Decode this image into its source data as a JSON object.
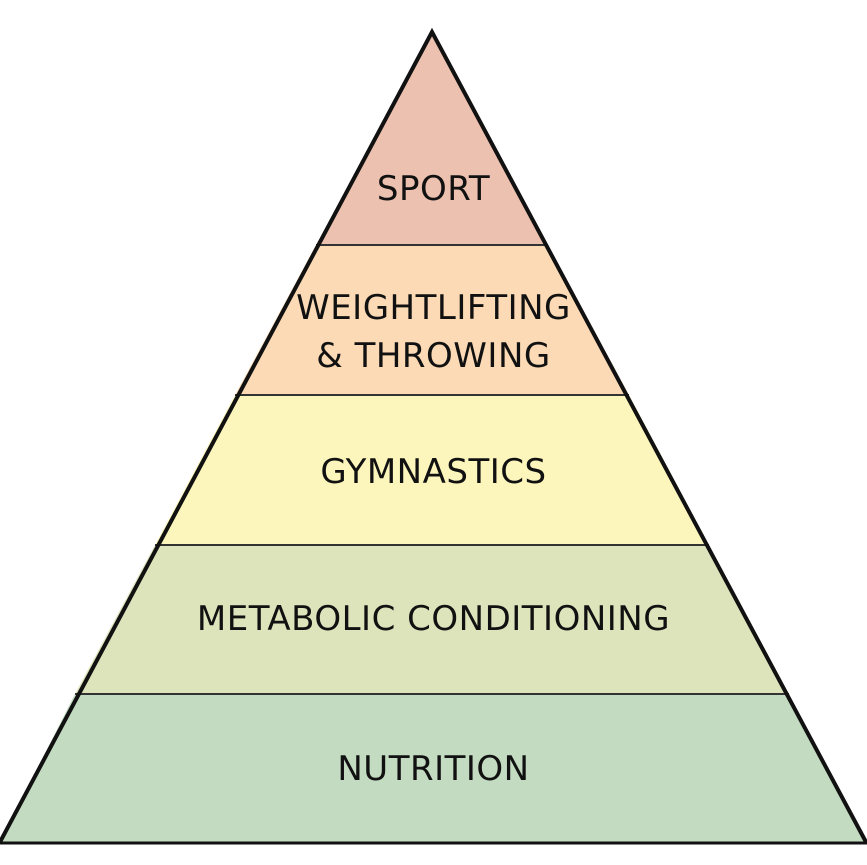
{
  "diagram": {
    "type": "pyramid",
    "levels": [
      {
        "label": "SPORT",
        "color": "#ecc1b0"
      },
      {
        "label_line1": "WEIGHTLIFTING",
        "label_line2": "& THROWING",
        "color": "#fbdab5"
      },
      {
        "label": "GYMNASTICS",
        "color": "#fcf6bc"
      },
      {
        "label": "METABOLIC CONDITIONING",
        "color": "#dde3bb"
      },
      {
        "label": "NUTRITION",
        "color": "#c2dbc1"
      }
    ],
    "outline_color": "#111111"
  }
}
